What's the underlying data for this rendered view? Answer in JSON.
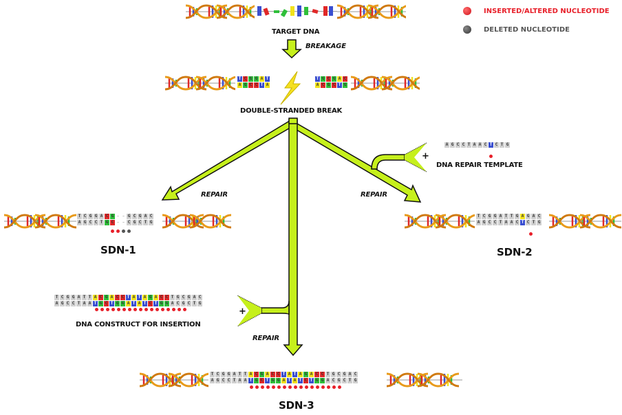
{
  "legend": {
    "inserted": {
      "label": "INSERTED/ALTERED NUCLEOTIDE",
      "color": "#e8202a"
    },
    "deleted": {
      "label": "DELETED NUCLEOTIDE",
      "color": "#555555"
    }
  },
  "colors": {
    "arrow_fill": "#c6f01c",
    "base_T": "#3a4fd0",
    "base_A": "#f2e21c",
    "base_G": "#2fbf3a",
    "base_C": "#e02828",
    "base_neutral": "#cfcfcf"
  },
  "labels": {
    "target_dna": "TARGET DNA",
    "breakage": "BREAKAGE",
    "double_stranded_break": "DOUBLE-STRANDED BREAK",
    "repair_left": "REPAIR",
    "repair_right": "REPAIR",
    "repair_center": "REPAIR",
    "plus_template": "+",
    "plus_construct": "+",
    "dna_repair_template": "DNA REPAIR TEMPLATE",
    "dna_construct": "DNA CONSTRUCT FOR INSERTION",
    "sdn1": "SDN-1",
    "sdn2": "SDN-2",
    "sdn3": "SDN-3"
  },
  "sequences": {
    "break_left": {
      "top": [
        "T",
        "C",
        "G",
        "G",
        "A",
        "T"
      ],
      "bottom": [
        "A",
        "G",
        "C",
        "C",
        "T",
        "A"
      ]
    },
    "break_right": {
      "top": [
        "T",
        "G",
        "C",
        "G",
        "A",
        "C"
      ],
      "bottom": [
        "A",
        "C",
        "G",
        "C",
        "T",
        "G"
      ]
    },
    "repair_template": {
      "top": [
        "A",
        "G",
        "C",
        "C",
        "T",
        "A",
        "A",
        "C",
        "T",
        "C",
        "T",
        "G"
      ],
      "highlight_index": 8,
      "marker_count": 1
    },
    "sdn1": {
      "top": [
        "T",
        "C",
        "G",
        "G",
        "A",
        "C",
        "G",
        "-",
        "-",
        "G",
        "C",
        "G",
        "A",
        "C"
      ],
      "bottom": [
        "A",
        "G",
        "C",
        "C",
        "T",
        "G",
        "C",
        "-",
        "-",
        "C",
        "G",
        "C",
        "T",
        "G"
      ],
      "inserted_markers": 2,
      "deleted_markers": 2
    },
    "sdn2": {
      "top": [
        "T",
        "C",
        "G",
        "G",
        "A",
        "T",
        "T",
        "G",
        "A",
        "G",
        "A",
        "C"
      ],
      "bottom": [
        "A",
        "G",
        "C",
        "C",
        "T",
        "A",
        "A",
        "C",
        "T",
        "C",
        "T",
        "G"
      ],
      "highlight_index": 8,
      "marker_count": 1
    },
    "construct": {
      "top": [
        "T",
        "C",
        "G",
        "G",
        "A",
        "T",
        "T",
        "A",
        "C",
        "G",
        "A",
        "C",
        "C",
        "T",
        "A",
        "T",
        "A",
        "G",
        "A",
        "C",
        "C",
        "T",
        "G",
        "C",
        "G",
        "A",
        "C"
      ],
      "bottom": [
        "A",
        "G",
        "C",
        "C",
        "T",
        "A",
        "A",
        "T",
        "G",
        "C",
        "T",
        "G",
        "G",
        "A",
        "T",
        "A",
        "T",
        "C",
        "T",
        "G",
        "G",
        "A",
        "C",
        "G",
        "C",
        "T",
        "G"
      ],
      "insert_start": 7,
      "insert_end": 20,
      "marker_count": 17
    },
    "sdn3": {
      "top": [
        "T",
        "C",
        "G",
        "G",
        "A",
        "T",
        "T",
        "A",
        "C",
        "G",
        "A",
        "C",
        "C",
        "T",
        "A",
        "T",
        "A",
        "G",
        "A",
        "C",
        "C",
        "T",
        "G",
        "C",
        "G",
        "A",
        "C"
      ],
      "bottom": [
        "A",
        "G",
        "C",
        "C",
        "T",
        "A",
        "A",
        "T",
        "G",
        "C",
        "T",
        "G",
        "G",
        "A",
        "T",
        "A",
        "T",
        "C",
        "T",
        "G",
        "G",
        "A",
        "C",
        "G",
        "C",
        "T",
        "G"
      ],
      "insert_start": 7,
      "insert_end": 20,
      "marker_count": 17
    }
  }
}
